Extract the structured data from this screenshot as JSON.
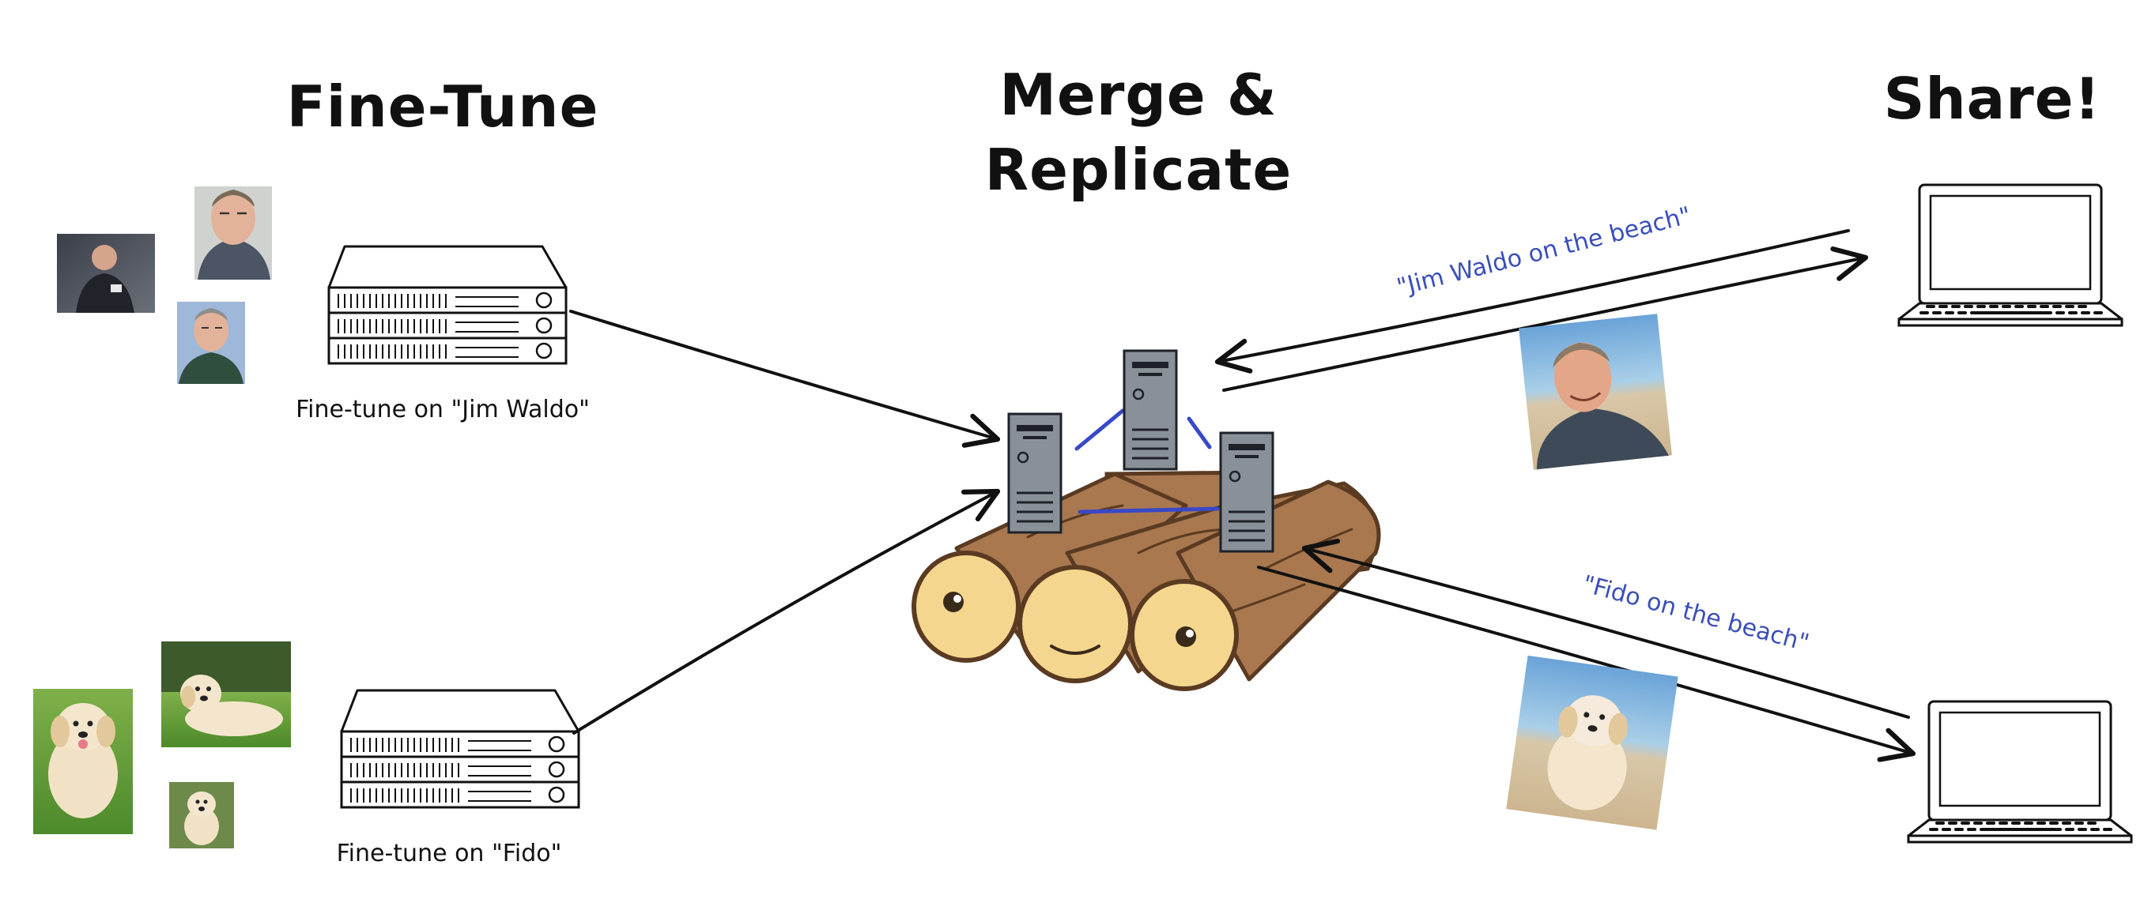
{
  "sections": {
    "finetune_title": "Fine-Tune",
    "merge_title_line1": "Merge &",
    "merge_title_line2": "Replicate",
    "share_title": "Share!"
  },
  "captions": {
    "jim": "Fine-tune on \"Jim Waldo\"",
    "fido": "Fine-tune on \"Fido\""
  },
  "prompts": {
    "jim": "\"Jim Waldo on the beach\"",
    "fido": "\"Fido on the beach\""
  },
  "colors": {
    "ink": "#111111",
    "prompt_blue": "#3a4fb8",
    "log_brown": "#a9784f",
    "log_end": "#f5d68e",
    "server_gray": "#8a9098",
    "replication_link": "#3848c8"
  },
  "icons": [
    "rack-server-icon",
    "tower-server-icon",
    "log-pile-icon",
    "laptop-icon",
    "arrow-icon",
    "photo-thumbnail"
  ]
}
